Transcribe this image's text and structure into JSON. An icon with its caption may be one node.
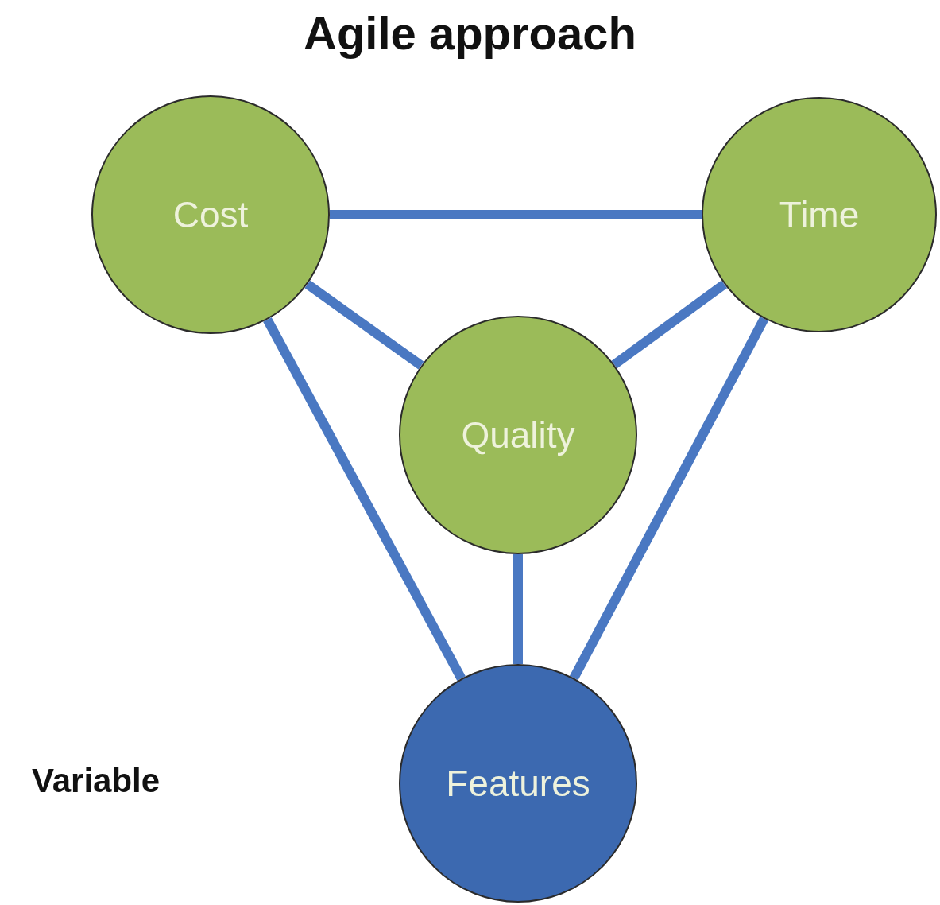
{
  "diagram": {
    "title": "Agile approach",
    "nodes": [
      {
        "text": [
          "Cost"
        ]
      },
      {
        "text": [
          "Time"
        ]
      },
      {
        "text": [
          "Quality"
        ]
      },
      {
        "text": [
          "Features"
        ]
      }
    ],
    "edges": [
      {
        "from": 0,
        "to": 1,
        "arrow": "none"
      },
      {
        "from": 0,
        "to": 2,
        "arrow": "none"
      },
      {
        "from": 1,
        "to": 2,
        "arrow": "none"
      },
      {
        "from": 0,
        "to": 3,
        "arrow": "none"
      },
      {
        "from": 2,
        "to": 3,
        "arrow": "none"
      },
      {
        "from": 1,
        "to": 3,
        "arrow": "none"
      }
    ],
    "labels": [
      "Variable"
    ]
  }
}
